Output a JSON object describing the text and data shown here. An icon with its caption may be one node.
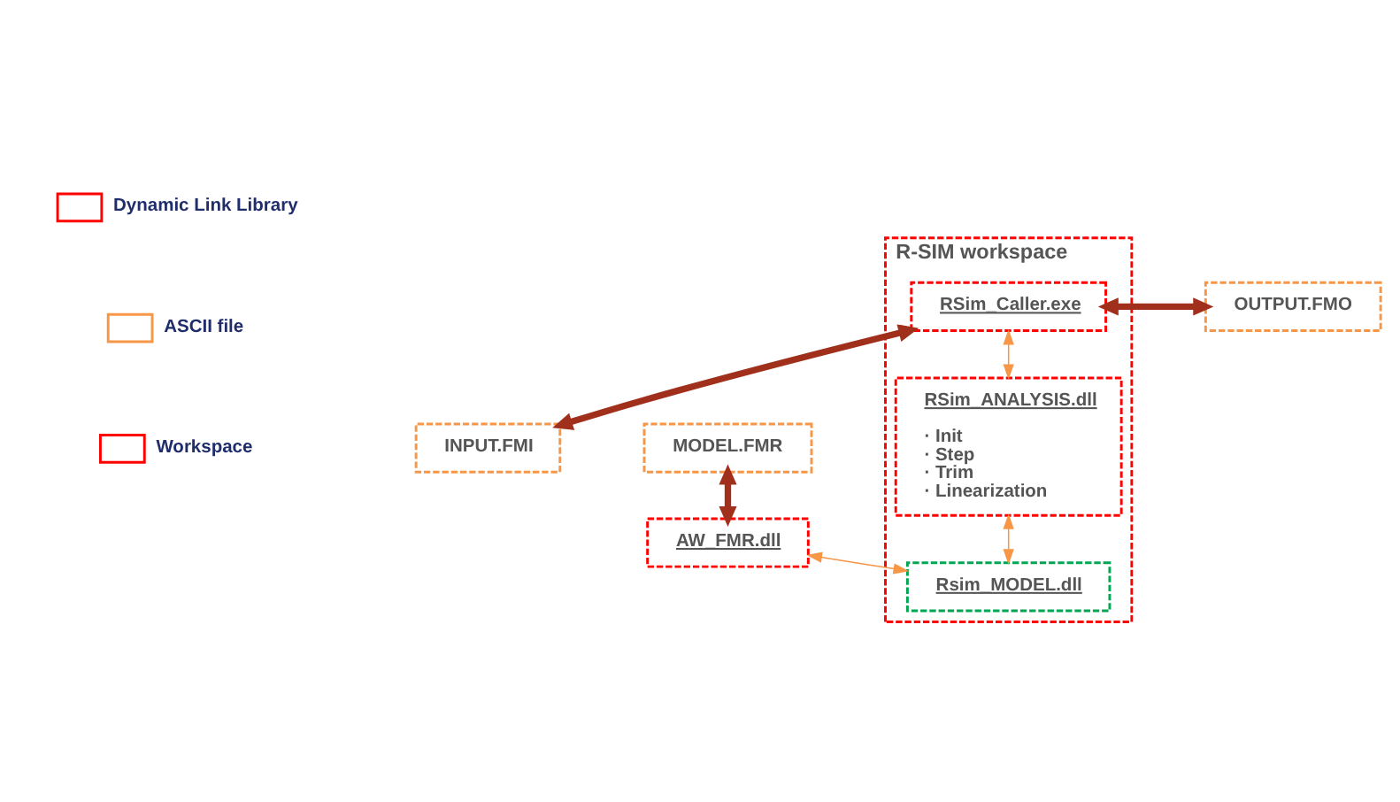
{
  "diagram": {
    "nodes": [
      {
        "text": [
          "R-SIM workspace"
        ]
      },
      {
        "text": [
          "INPUT.FMI"
        ]
      },
      {
        "text": [
          "RSim_Caller.exe"
        ],
        "in": 0
      },
      {
        "text": [
          "OUTPUT.FMO"
        ]
      },
      {
        "text": [
          "RSim_ANALYSIS.dll",
          "· Init",
          "· Step",
          "· Trim",
          "· Linearization"
        ],
        "in": 0
      },
      {
        "text": [
          "MODEL.FMR"
        ]
      },
      {
        "text": [
          "AW_FMR.dll"
        ]
      },
      {
        "text": [
          "Rsim_MODEL.dll"
        ],
        "in": 0
      }
    ],
    "edges": [
      {
        "from": 1,
        "to": 2,
        "arrow": "both",
        "style": "thick",
        "color": "#a0301c"
      },
      {
        "from": 2,
        "to": 3,
        "arrow": "both",
        "style": "thick",
        "color": "#a0301c"
      },
      {
        "from": 2,
        "to": 4,
        "arrow": "both",
        "color": "#f79646"
      },
      {
        "from": 4,
        "to": 7,
        "arrow": "both",
        "color": "#f79646"
      },
      {
        "from": 5,
        "to": 6,
        "arrow": "both",
        "style": "thick",
        "color": "#a0301c"
      },
      {
        "from": 6,
        "to": 7,
        "arrow": "both",
        "color": "#f79646"
      }
    ],
    "legend": [
      {
        "text": "Dynamic Link Library"
      },
      {
        "text": "ASCII file"
      },
      {
        "text": "Workspace"
      }
    ]
  }
}
